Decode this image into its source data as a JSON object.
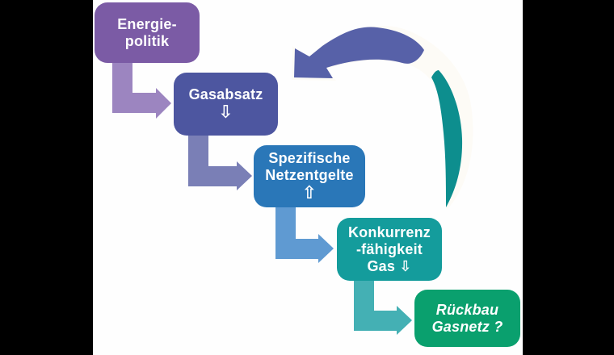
{
  "diagram": {
    "frame": {
      "bar_color": "#000000",
      "canvas_color": "#fefefe"
    },
    "boxes": [
      {
        "name": "energiepolitik",
        "label_lines": [
          "Energie-",
          "politik"
        ],
        "color": "#7b5ba5"
      },
      {
        "name": "gasabsatz",
        "label_lines": [
          "Gasabsatz",
          "⇩"
        ],
        "color": "#4d56a0"
      },
      {
        "name": "spezifische-netzentgelte",
        "label_lines": [
          "Spezifische",
          "Netzentgelte",
          "⇧"
        ],
        "color": "#2a77b8"
      },
      {
        "name": "konkurrenzfaehigkeit-gas",
        "label_lines": [
          "Konkurrenz",
          "-fähigkeit",
          "Gas ⇩"
        ],
        "color": "#149c9c"
      },
      {
        "name": "rueckbau-gasnetz",
        "label_lines": [
          "Rückbau",
          "Gasnetz ?"
        ],
        "color": "#0aa06e"
      }
    ],
    "connectors": [
      {
        "name": "energiepolitik-to-gasabsatz",
        "color": "#9c85c0"
      },
      {
        "name": "gasabsatz-to-netzentgelte",
        "color": "#7a7fb6"
      },
      {
        "name": "netzentgelte-to-konkurrenzfaehigkeit",
        "color": "#5f9ad2"
      },
      {
        "name": "konkurrenzfaehigkeit-to-rueckbau",
        "color": "#44b0b4"
      }
    ],
    "feedback_arrow": {
      "blue_segment_color": "#5761a8",
      "teal_segment_color": "#0d8e8e",
      "outline_color": "#b9a698",
      "band_fill": "#fdfbf6"
    }
  }
}
